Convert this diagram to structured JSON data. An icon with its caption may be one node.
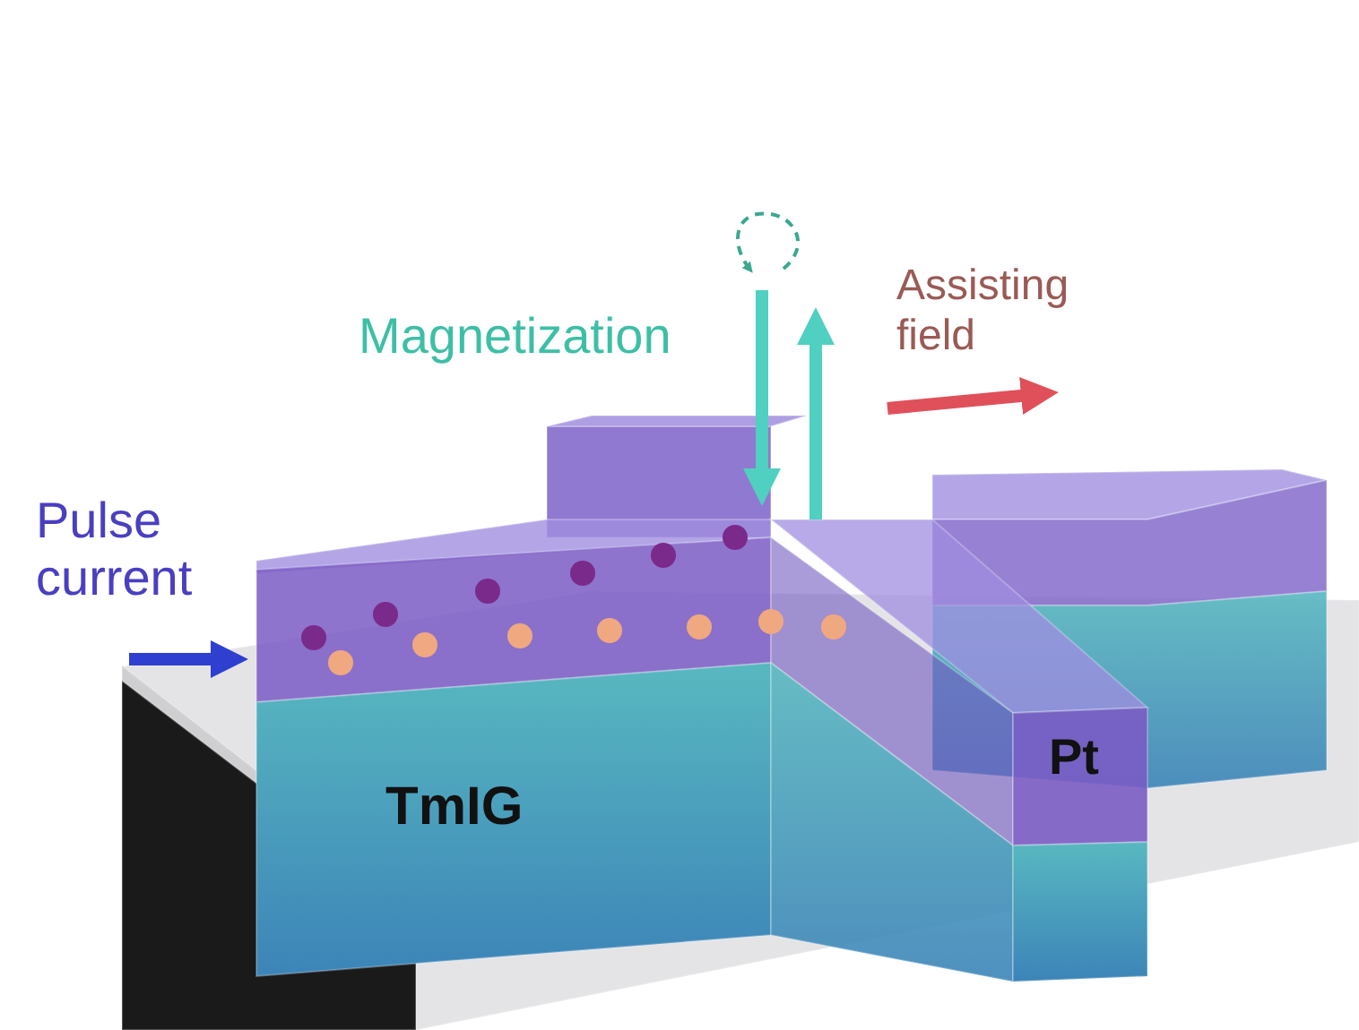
{
  "diagram": {
    "labels": [
      "Magnetization",
      "Assisting field",
      "Pulse current",
      "TmIG",
      "Pt"
    ]
  }
}
